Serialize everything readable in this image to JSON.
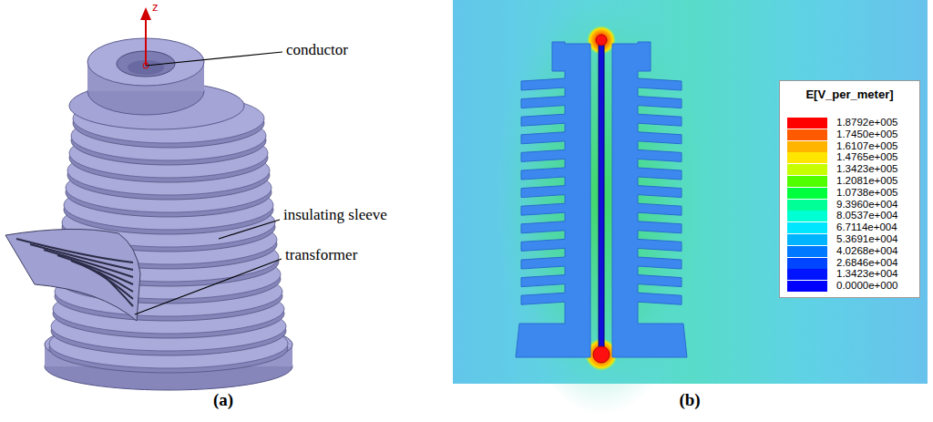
{
  "diagram": {
    "labels": [
      "z",
      "conductor",
      "insulating sleeve",
      "transformer",
      "E[V_per_meter]",
      "(a)",
      "(b)"
    ],
    "legend": [
      {
        "text": "1.8792e+005",
        "color": "#ff0000"
      },
      {
        "text": "1.7450e+005",
        "color": "#ff5a00"
      },
      {
        "text": "1.6107e+005",
        "color": "#ffb400"
      },
      {
        "text": "1.4765e+005",
        "color": "#ffe600"
      },
      {
        "text": "1.3423e+005",
        "color": "#c8ff00"
      },
      {
        "text": "1.2081e+005",
        "color": "#50ff00"
      },
      {
        "text": "1.0738e+005",
        "color": "#00ff3c"
      },
      {
        "text": "9.3960e+004",
        "color": "#00ff96"
      },
      {
        "text": "8.0537e+004",
        "color": "#00ffd2"
      },
      {
        "text": "6.7114e+004",
        "color": "#00e6ff"
      },
      {
        "text": "5.3691e+004",
        "color": "#00b4ff"
      },
      {
        "text": "4.0268e+004",
        "color": "#0078ff"
      },
      {
        "text": "2.6846e+004",
        "color": "#0046ff"
      },
      {
        "text": "1.3423e+004",
        "color": "#0014ff"
      },
      {
        "text": "0.0000e+000",
        "color": "#0000ff"
      }
    ]
  }
}
